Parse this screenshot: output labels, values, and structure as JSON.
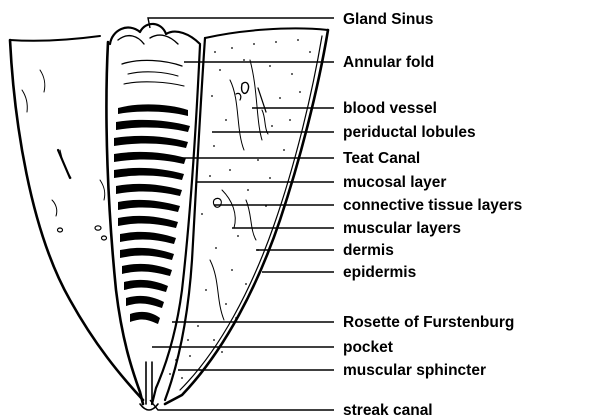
{
  "labels": {
    "gland_sinus": "Gland Sinus",
    "annular_fold": "Annular fold",
    "blood_vessel": "blood vessel",
    "periductal_lobules": "periductal lobules",
    "teat_canal": "Teat Canal",
    "mucosal_layer": "mucosal layer",
    "connective_tissue_layers": "connective tissue layers",
    "muscular_layers": "muscular layers",
    "dermis": "dermis",
    "epidermis": "epidermis",
    "rosette_of_furstenburg": "Rosette of Furstenburg",
    "pocket": "pocket",
    "muscular_sphincter": "muscular sphincter",
    "streak_canal": "streak canal"
  }
}
